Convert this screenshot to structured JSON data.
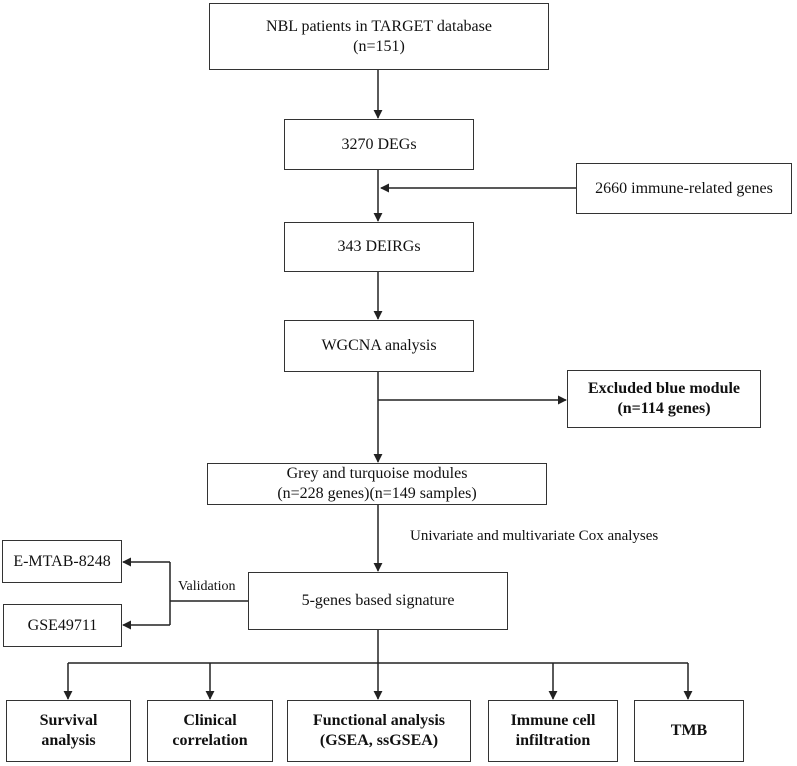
{
  "nodes": {
    "target": {
      "line1": "NBL patients in TARGET database",
      "line2": "(n=151)"
    },
    "degs": {
      "text": "3270 DEGs"
    },
    "immune_genes": {
      "text": "2660 immune-related genes"
    },
    "deirgs": {
      "text": "343 DEIRGs"
    },
    "wgcna": {
      "text": "WGCNA analysis"
    },
    "excluded": {
      "line1": "Excluded blue module",
      "line2": "(n=114 genes)"
    },
    "modules": {
      "line1": "Grey and turquoise modules",
      "line2": "(n=228 genes)(n=149 samples)"
    },
    "signature": {
      "text": "5-genes based signature"
    },
    "emtab": {
      "text": "E-MTAB-8248"
    },
    "gse": {
      "text": "GSE49711"
    },
    "survival": {
      "line1": "Survival",
      "line2": "analysis"
    },
    "clinical": {
      "line1": "Clinical",
      "line2": "correlation"
    },
    "functional": {
      "line1": "Functional analysis",
      "line2": "(GSEA, ssGSEA)"
    },
    "immune_infil": {
      "line1": "Immune cell",
      "line2": "infiltration"
    },
    "tmb": {
      "text": "TMB"
    }
  },
  "labels": {
    "cox": "Univariate and multivariate Cox analyses",
    "validation": "Validation"
  },
  "colors": {
    "stroke": "#333333",
    "text": "#111111"
  }
}
